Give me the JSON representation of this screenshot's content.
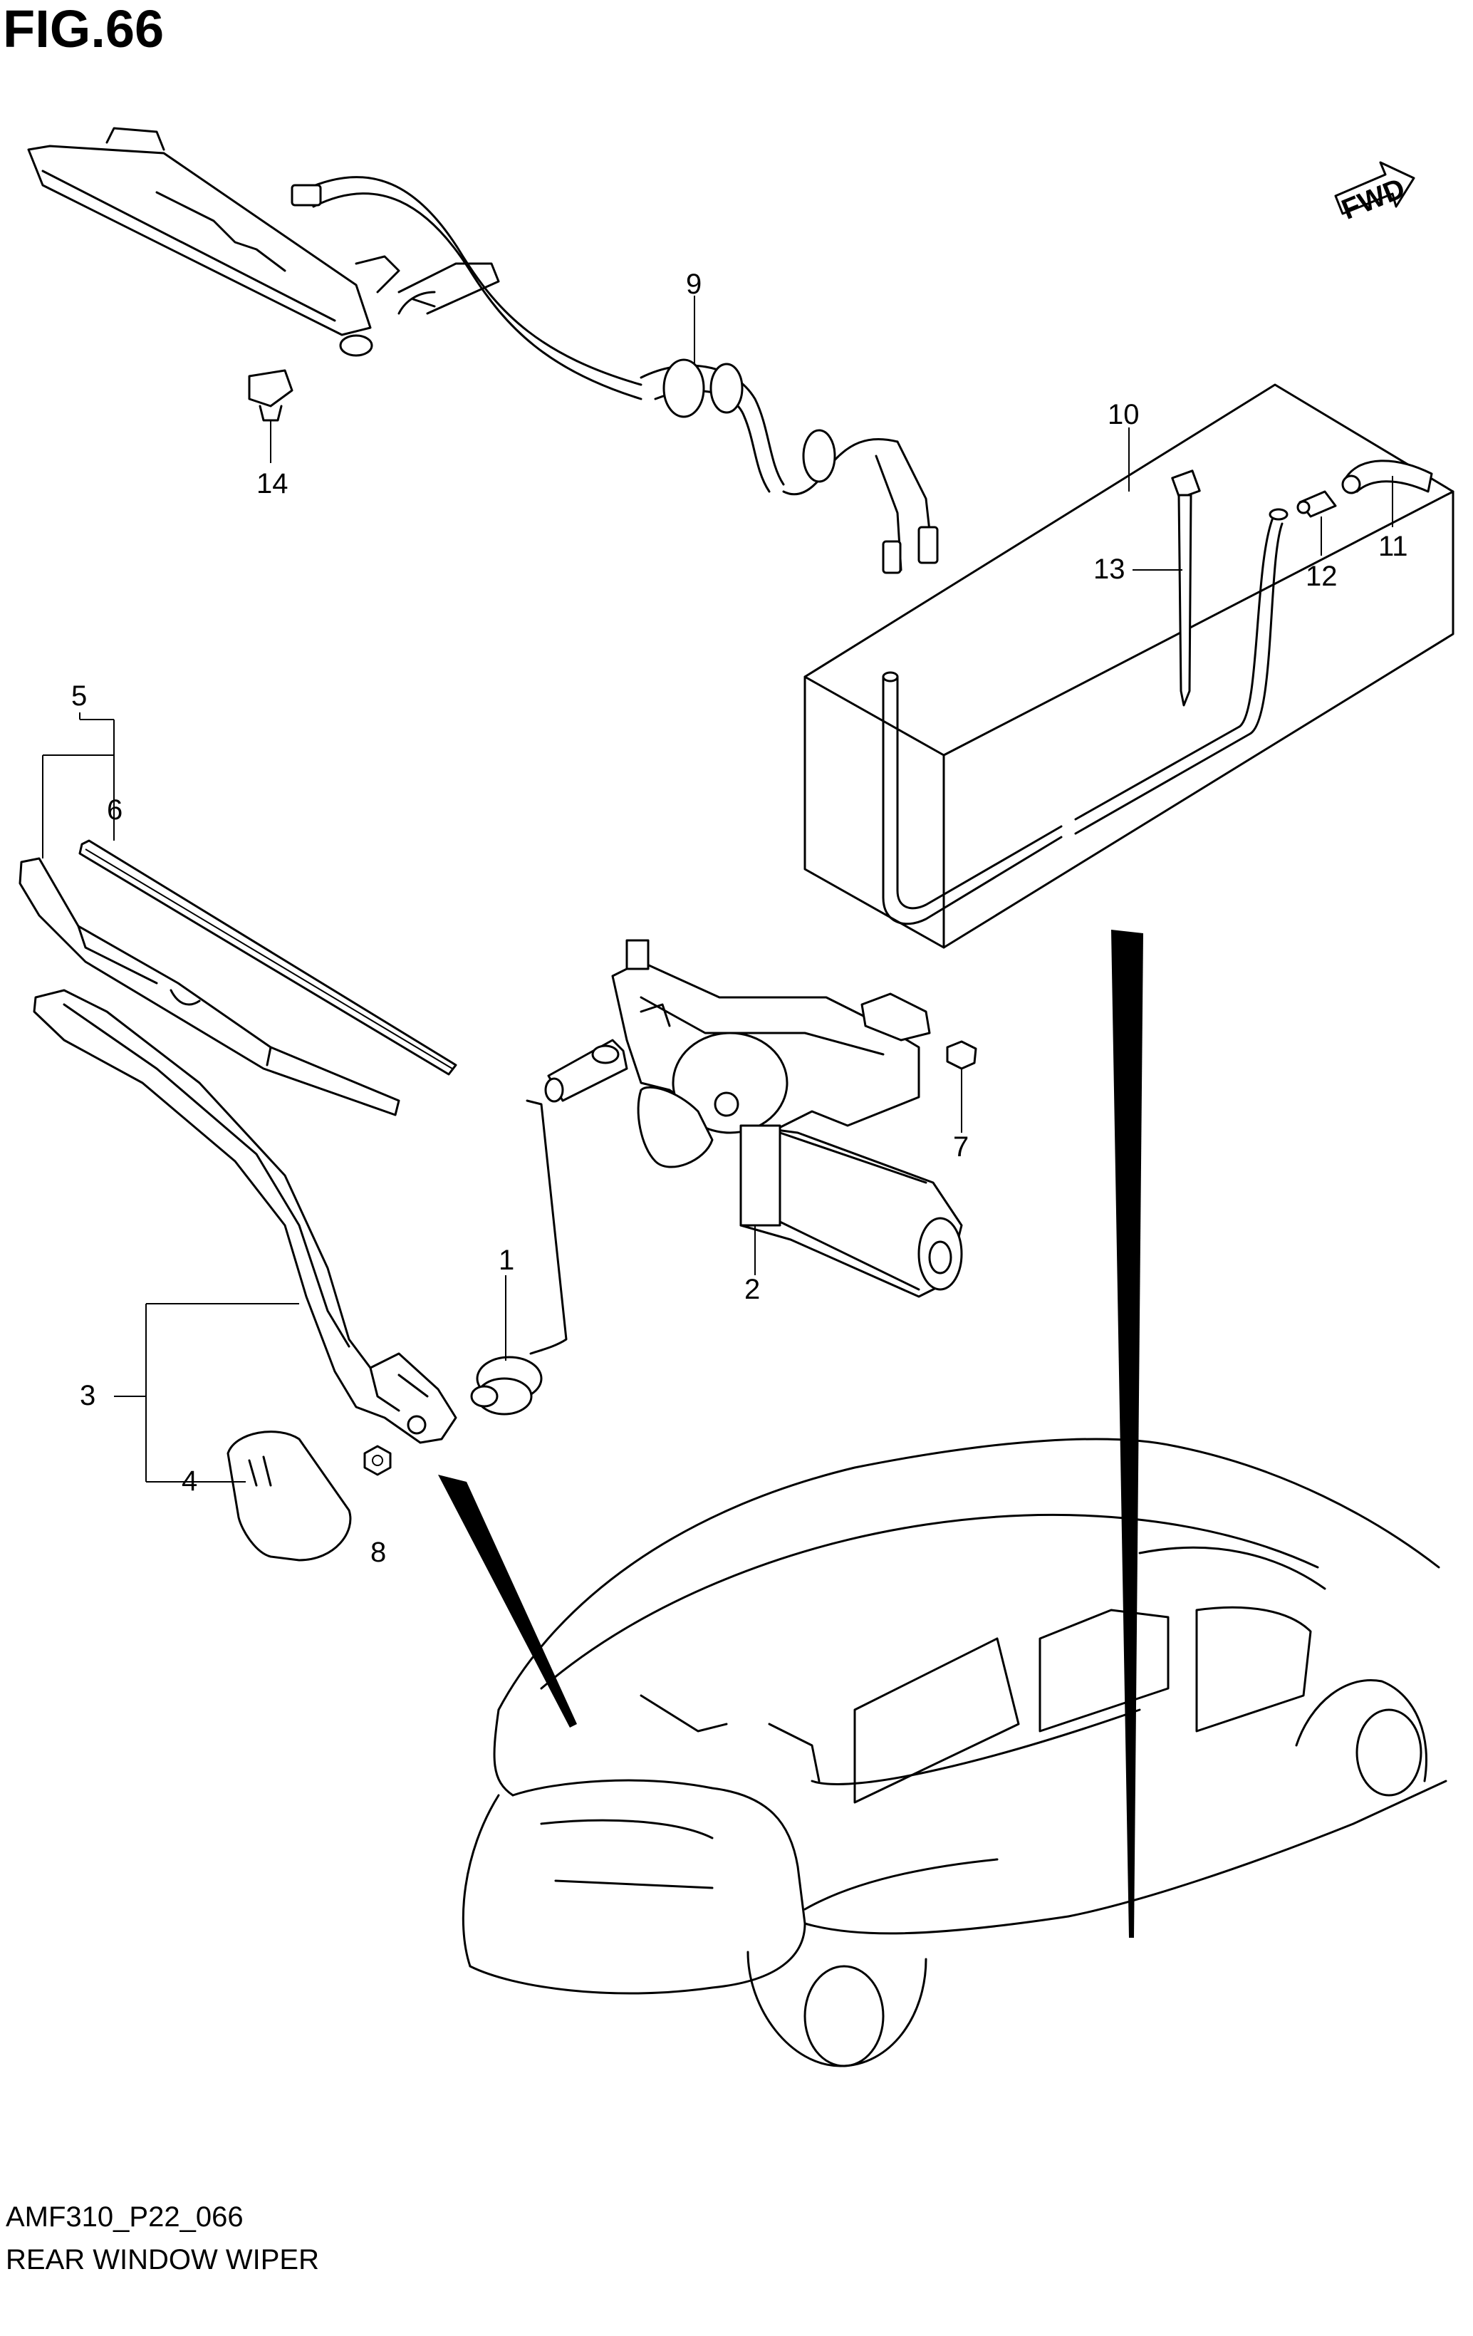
{
  "figure": {
    "title": "FIG.66",
    "code": "AMF310_P22_066",
    "caption": "REAR WINDOW WIPER",
    "fwd_label": "FWD"
  },
  "callouts": [
    {
      "id": "c1",
      "label": "1"
    },
    {
      "id": "c2",
      "label": "2"
    },
    {
      "id": "c3",
      "label": "3"
    },
    {
      "id": "c4",
      "label": "4"
    },
    {
      "id": "c5",
      "label": "5"
    },
    {
      "id": "c6",
      "label": "6"
    },
    {
      "id": "c7",
      "label": "7"
    },
    {
      "id": "c8",
      "label": "8"
    },
    {
      "id": "c9",
      "label": "9"
    },
    {
      "id": "c10",
      "label": "10"
    },
    {
      "id": "c11",
      "label": "11"
    },
    {
      "id": "c12",
      "label": "12"
    },
    {
      "id": "c13",
      "label": "13"
    },
    {
      "id": "c14",
      "label": "14"
    }
  ]
}
